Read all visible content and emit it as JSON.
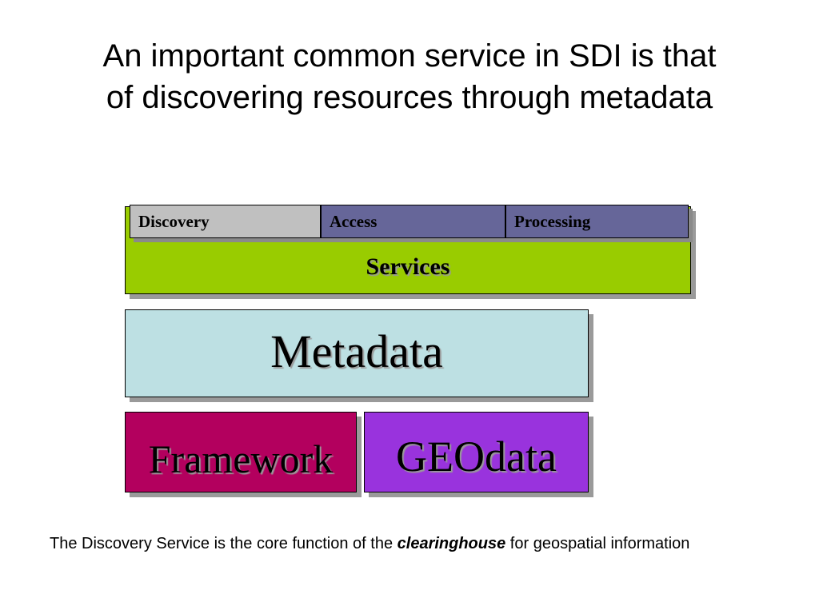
{
  "title": {
    "line1": "An important common service in SDI is that",
    "line2": "of discovering resources through metadata"
  },
  "diagram": {
    "services": {
      "label": "Services",
      "color": "#99cc00"
    },
    "tabs": [
      {
        "label": "Discovery",
        "color": "#c0c0c0"
      },
      {
        "label": "Access",
        "color": "#666699"
      },
      {
        "label": "Processing",
        "color": "#666699"
      }
    ],
    "metadata": {
      "label": "Metadata",
      "color": "#bde0e3"
    },
    "framework": {
      "label": "Framework",
      "color": "#b3005e"
    },
    "geodata": {
      "label": "GEOdata",
      "color": "#9933dd"
    }
  },
  "caption": {
    "before": "The Discovery Service is the core function of the ",
    "emphasis": "clearinghouse",
    "after": " for geospatial information"
  }
}
